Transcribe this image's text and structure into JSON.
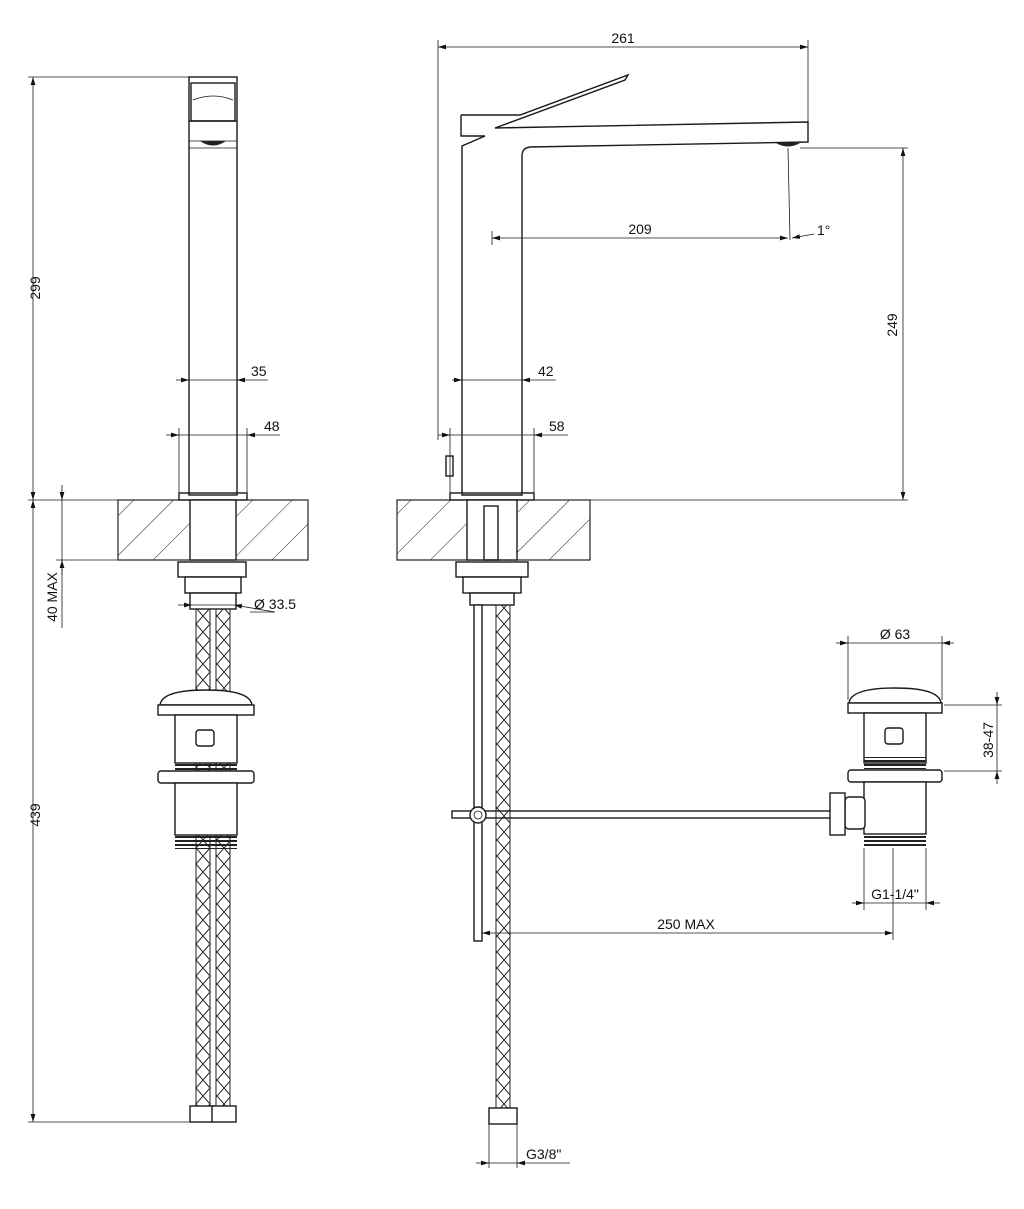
{
  "dimensions": {
    "front_height_above": "299",
    "front_height_below": "439",
    "deck_thickness": "40 MAX",
    "body_width": "35",
    "flange_width": "48",
    "shank_diameter": "Ø 33.5",
    "side_overall_length": "261",
    "spout_reach": "209",
    "spout_angle": "1°",
    "spout_height": "249",
    "side_body_width": "42",
    "side_flange_width": "58",
    "waste_cap_diameter": "Ø 63",
    "waste_height_range": "38-47",
    "waste_thread": "G1-1/4\"",
    "rod_length": "250 MAX",
    "hose_thread": "G3/8\""
  }
}
